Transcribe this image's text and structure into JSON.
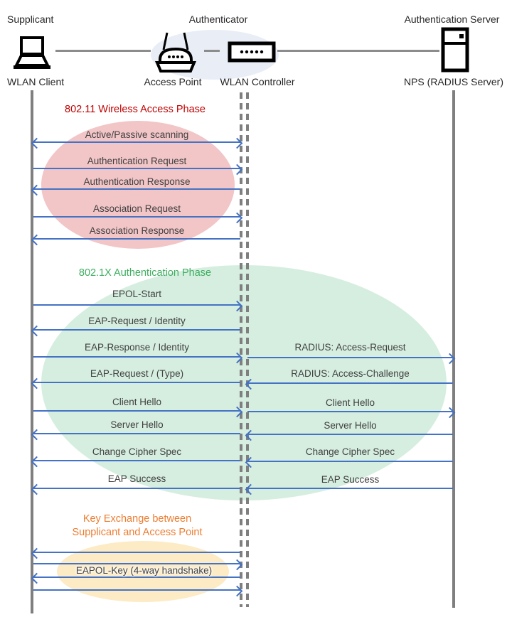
{
  "header": {
    "roles": [
      {
        "label": "Supplicant"
      },
      {
        "label": "Authenticator"
      },
      {
        "label": "Authentication Server"
      }
    ],
    "devices": [
      {
        "label": "WLAN Client"
      },
      {
        "label": "Access Point"
      },
      {
        "label": "WLAN Controller"
      },
      {
        "label": "NPS (RADIUS Server)"
      }
    ]
  },
  "phases": [
    {
      "title": "802.11 Wireless Access Phase",
      "title_color": "#C00000",
      "ellipse_color": "#F2C5C7",
      "messages": [
        {
          "label": "Active/Passive scanning",
          "direction": "both"
        },
        {
          "label": "Authentication Request",
          "direction": "right"
        },
        {
          "label": "Authentication Response",
          "direction": "left"
        },
        {
          "label": "Association Request",
          "direction": "right"
        },
        {
          "label": "Association Response",
          "direction": "left"
        }
      ]
    },
    {
      "title": "802.1X Authentication Phase",
      "title_color": "#3FAE60",
      "ellipse_color": "#D6EEE0",
      "client_messages": [
        {
          "label": "EPOL-Start",
          "direction": "right"
        },
        {
          "label": "EAP-Request / Identity",
          "direction": "left"
        },
        {
          "label": "EAP-Response / Identity",
          "direction": "right"
        },
        {
          "label": "EAP-Request / (Type)",
          "direction": "left"
        },
        {
          "label": "Client Hello",
          "direction": "right"
        },
        {
          "label": "Server Hello",
          "direction": "left"
        },
        {
          "label": "Change Cipher Spec",
          "direction": "left"
        },
        {
          "label": "EAP Success",
          "direction": "left"
        }
      ],
      "server_messages": [
        {
          "label": "RADIUS: Access-Request",
          "direction": "right"
        },
        {
          "label": "RADIUS: Access-Challenge",
          "direction": "left"
        },
        {
          "label": "Client Hello",
          "direction": "right"
        },
        {
          "label": "Server Hello",
          "direction": "left"
        },
        {
          "label": "Change Cipher Spec",
          "direction": "left"
        },
        {
          "label": "EAP Success",
          "direction": "left"
        }
      ]
    },
    {
      "title_line1": "Key Exchange between",
      "title_line2": "Supplicant and Access Point",
      "title_color": "#ED7D31",
      "ellipse_color": "#FCEBC5",
      "label": "EAPOL-Key (4-way handshake)",
      "arrows": [
        {
          "direction": "left"
        },
        {
          "direction": "right"
        },
        {
          "direction": "left"
        },
        {
          "direction": "right"
        }
      ]
    }
  ],
  "colors": {
    "arrow": "#4472C4",
    "lifeline": "#7F7F7F",
    "message_text": "#404040",
    "authenticator_ellipse": "#E9EDF6"
  }
}
